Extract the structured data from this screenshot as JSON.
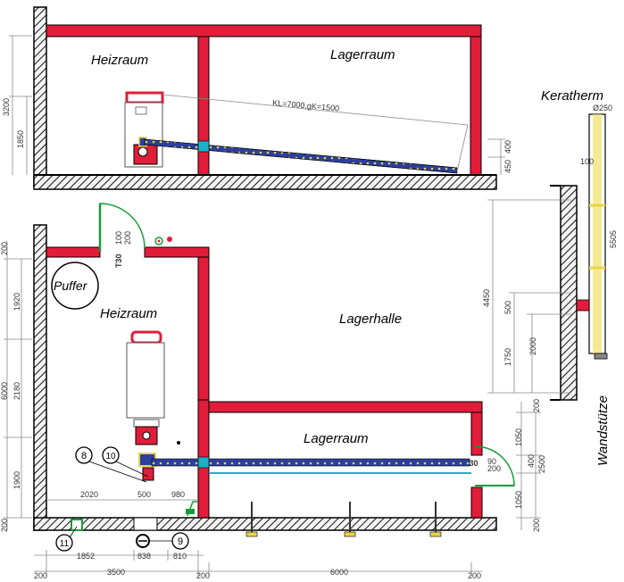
{
  "rooms": {
    "top_heizraum": "Heizraum",
    "top_lagerraum": "Lagerraum",
    "bottom_heizraum": "Heizraum",
    "lagerhalle": "Lagerhalle",
    "bottom_lagerraum": "Lagerraum",
    "puffer": "Puffer"
  },
  "chimney": {
    "title": "Keratherm",
    "diameter": "Ø250",
    "support": "Wandstütze"
  },
  "screw_note": "KL=7000,gK=1500",
  "doors": {
    "top": "T30",
    "top_w": "100",
    "top_h": "200",
    "right": "T30",
    "right_w": "90",
    "right_h": "200"
  },
  "markers": {
    "m8": "8",
    "m10": "10",
    "m11": "11",
    "m9": "9"
  },
  "dims": {
    "top_left_3200": "3200",
    "top_left_1850": "1850",
    "top_right_400": "400",
    "top_right_450": "450",
    "ch_100": "100",
    "ch_5505": "5505",
    "ch_4450": "4450",
    "ch_500": "500",
    "ch_1750": "1750",
    "ch_2000": "2000",
    "left_200a": "200",
    "left_1920": "1920",
    "left_6000": "6000",
    "left_2180": "2180",
    "left_1900": "1900",
    "left_200b": "200",
    "r_200": "200",
    "r_1050a": "1050",
    "r_400": "400",
    "r_2500": "2500",
    "r_1050b": "1050",
    "r_200b": "200",
    "in_2020": "2020",
    "in_500": "500",
    "in_980": "980",
    "b_1852": "1852",
    "b_838": "838",
    "b_810": "810",
    "b_200a": "200",
    "b_3500": "3500",
    "b_200b": "200",
    "b_6000": "6000",
    "b_200c": "200"
  }
}
